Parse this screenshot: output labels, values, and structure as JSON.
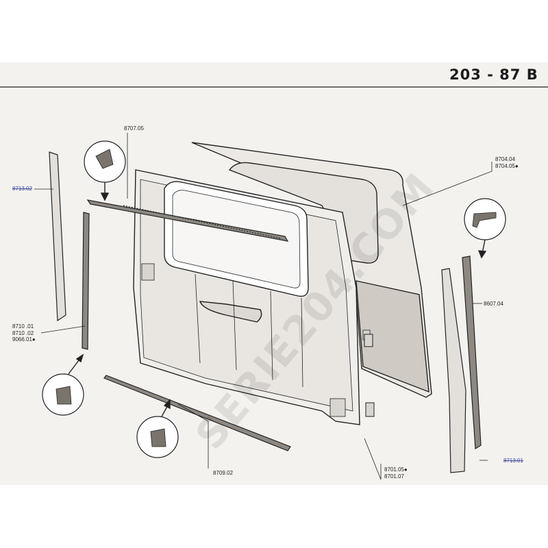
{
  "header": {
    "page_number": "203 - 87 B"
  },
  "watermark": {
    "text": "SERIE204.COM"
  },
  "labels": {
    "top_center": "8707.05",
    "left_top_struck": "8713.02",
    "right_top": [
      "8704.04",
      "8704.05●"
    ],
    "right_mid": "8607.04",
    "left_mid": [
      "8710 .01",
      "8710 .02",
      "9066.01●"
    ],
    "bottom_center": "8709.02",
    "bottom_right": [
      "8701.05●",
      "8701.07"
    ],
    "right_bottom_struck": "8713.01"
  },
  "colors": {
    "paper": "#f4f2ef",
    "line": "#222222",
    "struck_label": "#3b4aa0"
  }
}
